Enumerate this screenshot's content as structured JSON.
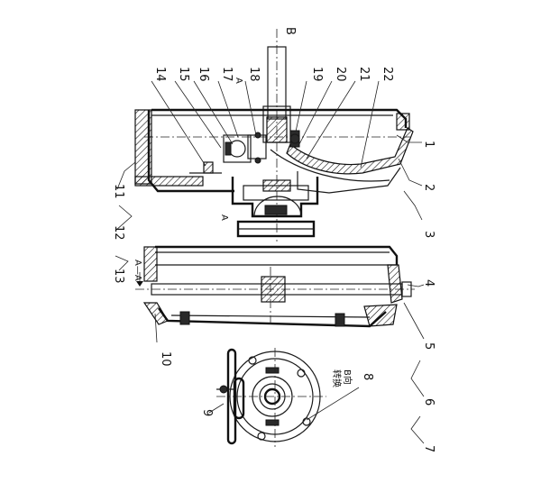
{
  "callouts": {
    "n1": "1",
    "n2": "2",
    "n3": "3",
    "n4": "4",
    "n5": "5",
    "n6": "6",
    "n7": "7",
    "n8": "8",
    "n9": "9",
    "n10": "10",
    "n11": "11",
    "n12": "12",
    "n13": "13",
    "n14": "14",
    "n15": "15",
    "n16": "16",
    "n17": "17",
    "n18": "18",
    "n19": "19",
    "n20": "20",
    "n21": "21",
    "n22": "22"
  },
  "section_marks": {
    "top_b": "B",
    "a_upper": "A",
    "a_lower": "A",
    "section_aa": "A—A",
    "view_b": "B向",
    "view_b_sub": "转换"
  }
}
